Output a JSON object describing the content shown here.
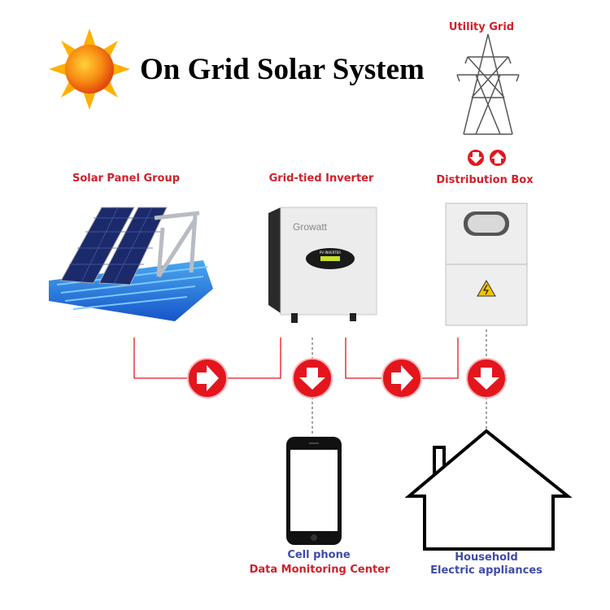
{
  "title": "On Grid Solar System",
  "labels": {
    "utility_grid": "Utility Grid",
    "solar_panel": "Solar Panel Group",
    "inverter": "Grid-tied Inverter",
    "distribution_box": "Distribution Box",
    "cell_phone": "Cell phone",
    "monitoring": "Data Monitoring Center",
    "household": "Household",
    "appliances": "Electric appliances"
  },
  "inverter_brand": "Growatt",
  "inverter_display": "PV INVERTER",
  "colors": {
    "accent": "#e3161d",
    "label_red": "#d0202a",
    "label_blue": "#3f4ba8"
  }
}
